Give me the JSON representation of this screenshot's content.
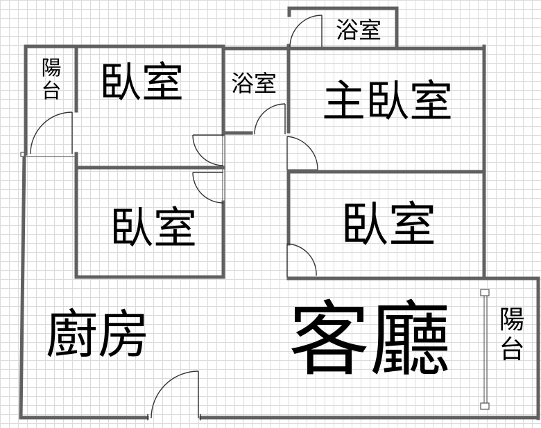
{
  "floorplan": {
    "wall_color": "#606060",
    "door_color": "#333333",
    "grid_color": "#dcdcdc",
    "rooms": {
      "balcony_left": "陽台",
      "bedroom_top_left": "臥室",
      "bathroom_small": "浴室",
      "bathroom_top": "浴室",
      "master_bedroom": "主臥室",
      "bedroom_bottom_left": "臥室",
      "bedroom_right": "臥室",
      "kitchen": "廚房",
      "living_room": "客廳",
      "balcony_right": "陽台"
    }
  }
}
